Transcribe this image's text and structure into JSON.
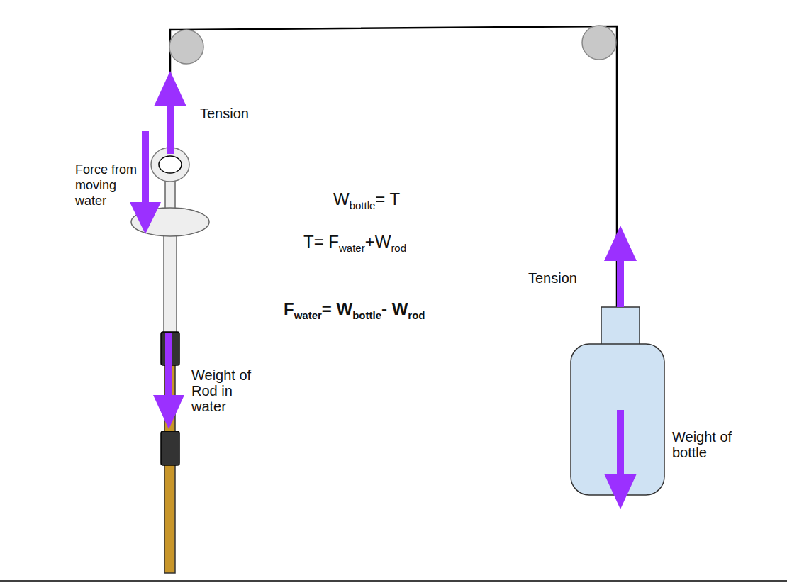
{
  "diagram": {
    "labels": [
      "Tension",
      "Force from moving water",
      "Weight of Rod in water",
      "W",
      "bottle",
      "= T",
      "T= F",
      "water",
      "+W",
      "rod",
      "F",
      "water",
      "= W",
      "bottle",
      "- W",
      "rod",
      "Tension",
      "Weight of bottle"
    ]
  }
}
